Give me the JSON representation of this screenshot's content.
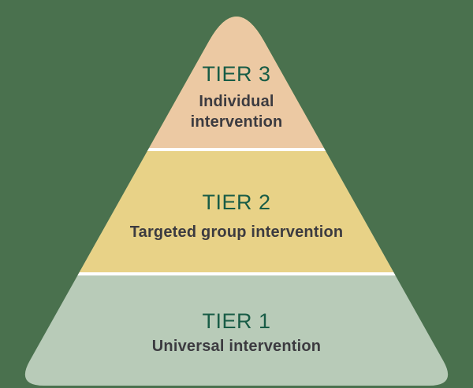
{
  "diagram": {
    "type": "pyramid",
    "background_color": "#4A714E",
    "divider_color": "#FFFFFF",
    "title_color": "#185C46",
    "description_color": "#3C3B40",
    "tiers": [
      {
        "position": "top",
        "title": "TIER 3",
        "description": "Individual intervention",
        "color": "#ECC9A3"
      },
      {
        "position": "middle",
        "title": "TIER 2",
        "description": "Targeted group intervention",
        "color": "#E8D287"
      },
      {
        "position": "bottom",
        "title": "TIER 1",
        "description": "Universal intervention",
        "color": "#B8CBB8"
      }
    ]
  }
}
